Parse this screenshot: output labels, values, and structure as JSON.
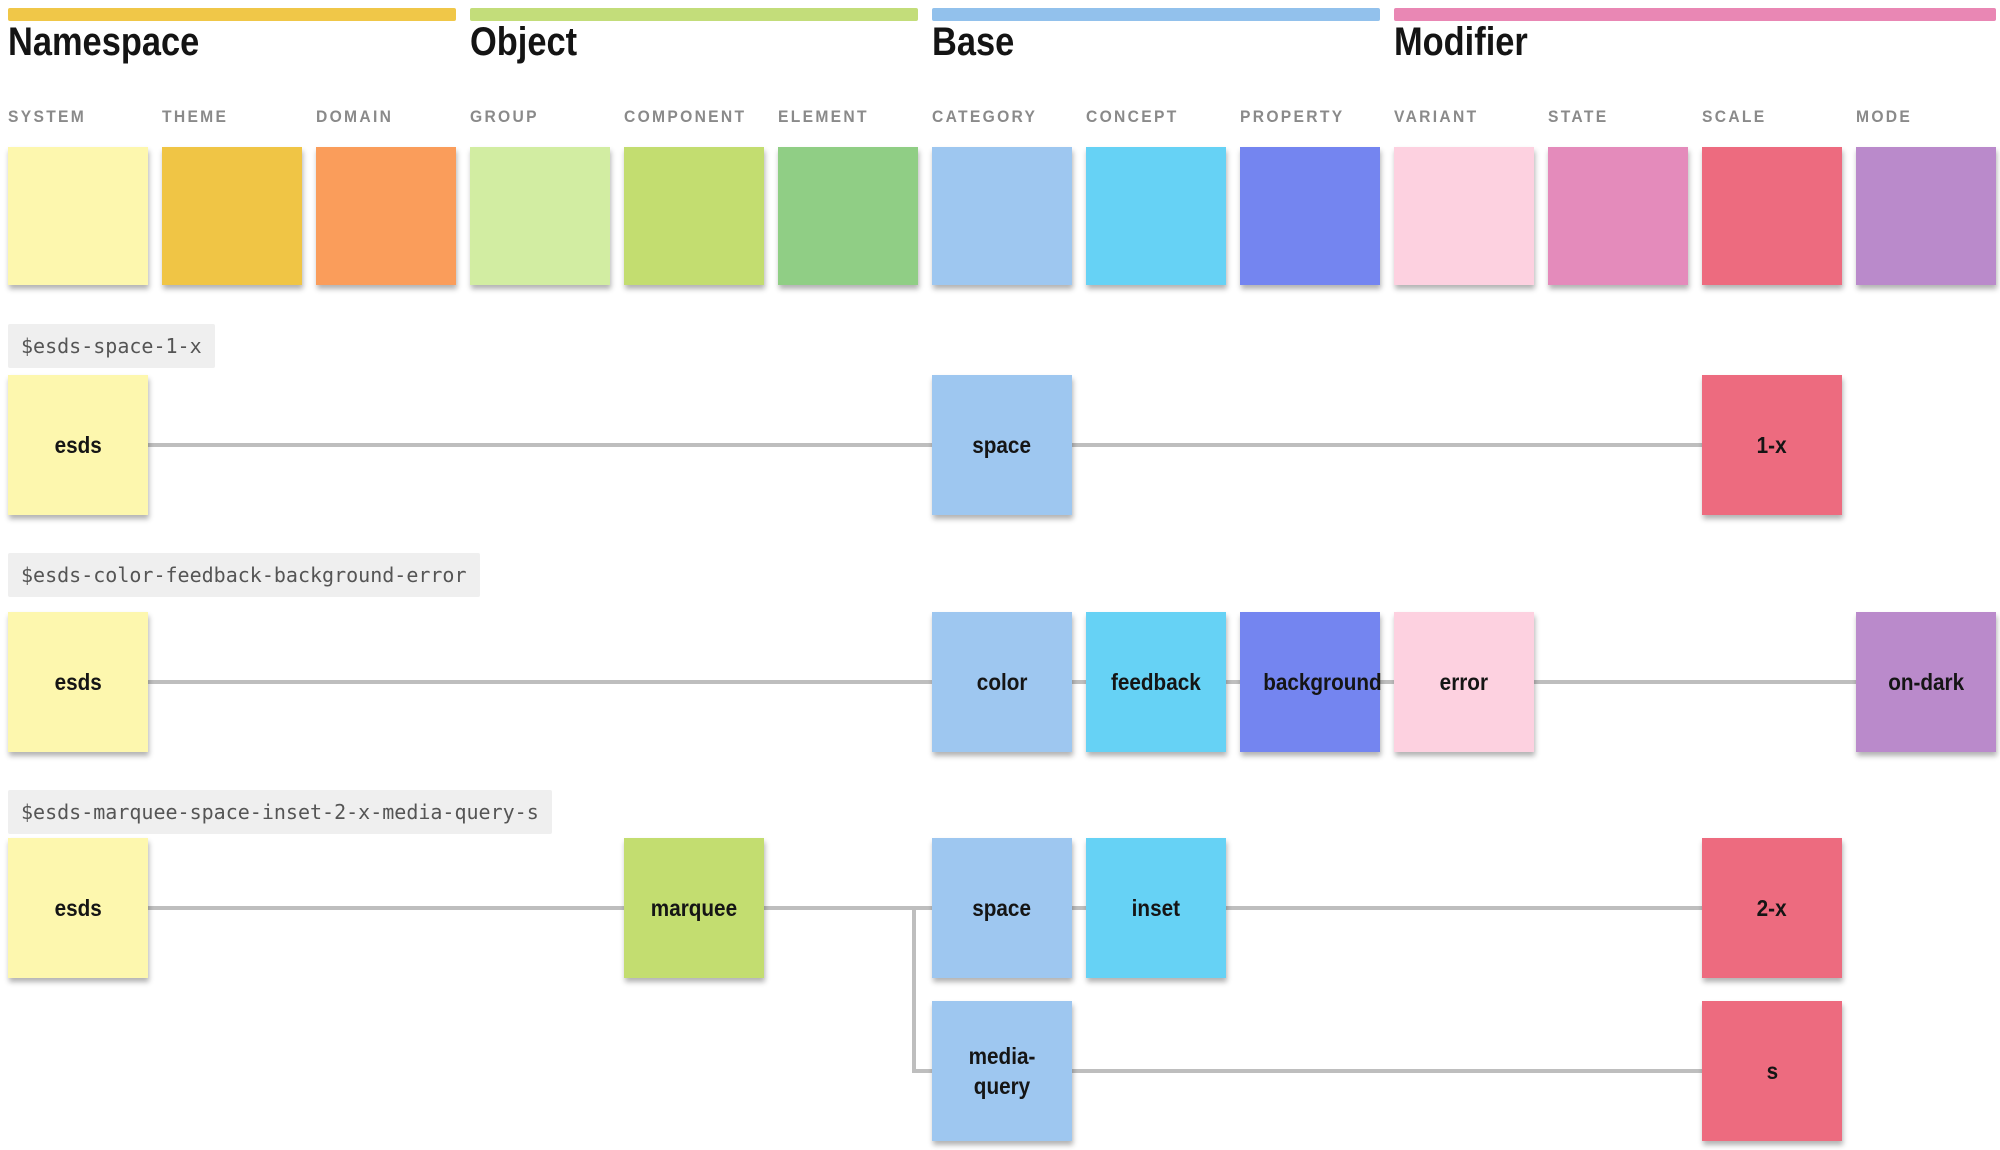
{
  "palette": {
    "line_gray": "#BEBEBE",
    "token_label_bg": "#EFEFEF",
    "token_label_text": "#555555",
    "column_label_text": "#8A8A8A",
    "heading_text": "#141414",
    "box_text": "#151515"
  },
  "sections": [
    {
      "title": "Namespace",
      "bar_color": "#F0C748",
      "col_start": 0,
      "col_span": 3
    },
    {
      "title": "Object",
      "bar_color": "#C3DD7A",
      "col_start": 3,
      "col_span": 3
    },
    {
      "title": "Base",
      "bar_color": "#92C1EC",
      "col_start": 6,
      "col_span": 3
    },
    {
      "title": "Modifier",
      "bar_color": "#E987B4",
      "col_start": 9,
      "col_span": 4
    }
  ],
  "columns": [
    {
      "label": "SYSTEM",
      "color": "#FDF7AE"
    },
    {
      "label": "THEME",
      "color": "#F0C545"
    },
    {
      "label": "DOMAIN",
      "color": "#FA9D5B"
    },
    {
      "label": "GROUP",
      "color": "#D2EDA2"
    },
    {
      "label": "COMPONENT",
      "color": "#C3DD70"
    },
    {
      "label": "ELEMENT",
      "color": "#90CE85"
    },
    {
      "label": "CATEGORY",
      "color": "#9EC7F0"
    },
    {
      "label": "CONCEPT",
      "color": "#66D2F5"
    },
    {
      "label": "PROPERTY",
      "color": "#7485F0"
    },
    {
      "label": "VARIANT",
      "color": "#FDD1E0"
    },
    {
      "label": "STATE",
      "color": "#E48BBB"
    },
    {
      "label": "SCALE",
      "color": "#ED6B7F"
    },
    {
      "label": "MODE",
      "color": "#BA8ACB"
    }
  ],
  "examples": [
    {
      "token": "$esds-space-1-x",
      "tracks": [
        [
          {
            "label": "esds",
            "col": 0,
            "color": "#FDF7AE"
          },
          {
            "label": "space",
            "col": 6,
            "color": "#9EC7F0"
          },
          {
            "label": "1-x",
            "col": 11,
            "color": "#ED6B7F"
          }
        ]
      ]
    },
    {
      "token": "$esds-color-feedback-background-error",
      "tracks": [
        [
          {
            "label": "esds",
            "col": 0,
            "color": "#FDF7AE"
          },
          {
            "label": "color",
            "col": 6,
            "color": "#9EC7F0"
          },
          {
            "label": "feedback",
            "col": 7,
            "color": "#66D2F5"
          },
          {
            "label": "background",
            "col": 8,
            "color": "#7485F0"
          },
          {
            "label": "error",
            "col": 9,
            "color": "#FDD1E0"
          },
          {
            "label": "on-dark",
            "col": 12,
            "color": "#BA8ACB"
          }
        ]
      ]
    },
    {
      "token": "$esds-marquee-space-inset-2-x-media-query-s",
      "tracks": [
        [
          {
            "label": "esds",
            "col": 0,
            "color": "#FDF7AE"
          },
          {
            "label": "marquee",
            "col": 4,
            "color": "#C3DD70"
          },
          {
            "label": "space",
            "col": 6,
            "color": "#9EC7F0"
          },
          {
            "label": "inset",
            "col": 7,
            "color": "#66D2F5"
          },
          {
            "label": "2-x",
            "col": 11,
            "color": "#ED6B7F"
          }
        ],
        [
          {
            "label": "media-query",
            "col": 6,
            "color": "#9EC7F0"
          },
          {
            "label": "s",
            "col": 11,
            "color": "#ED6B7F"
          }
        ]
      ]
    }
  ]
}
